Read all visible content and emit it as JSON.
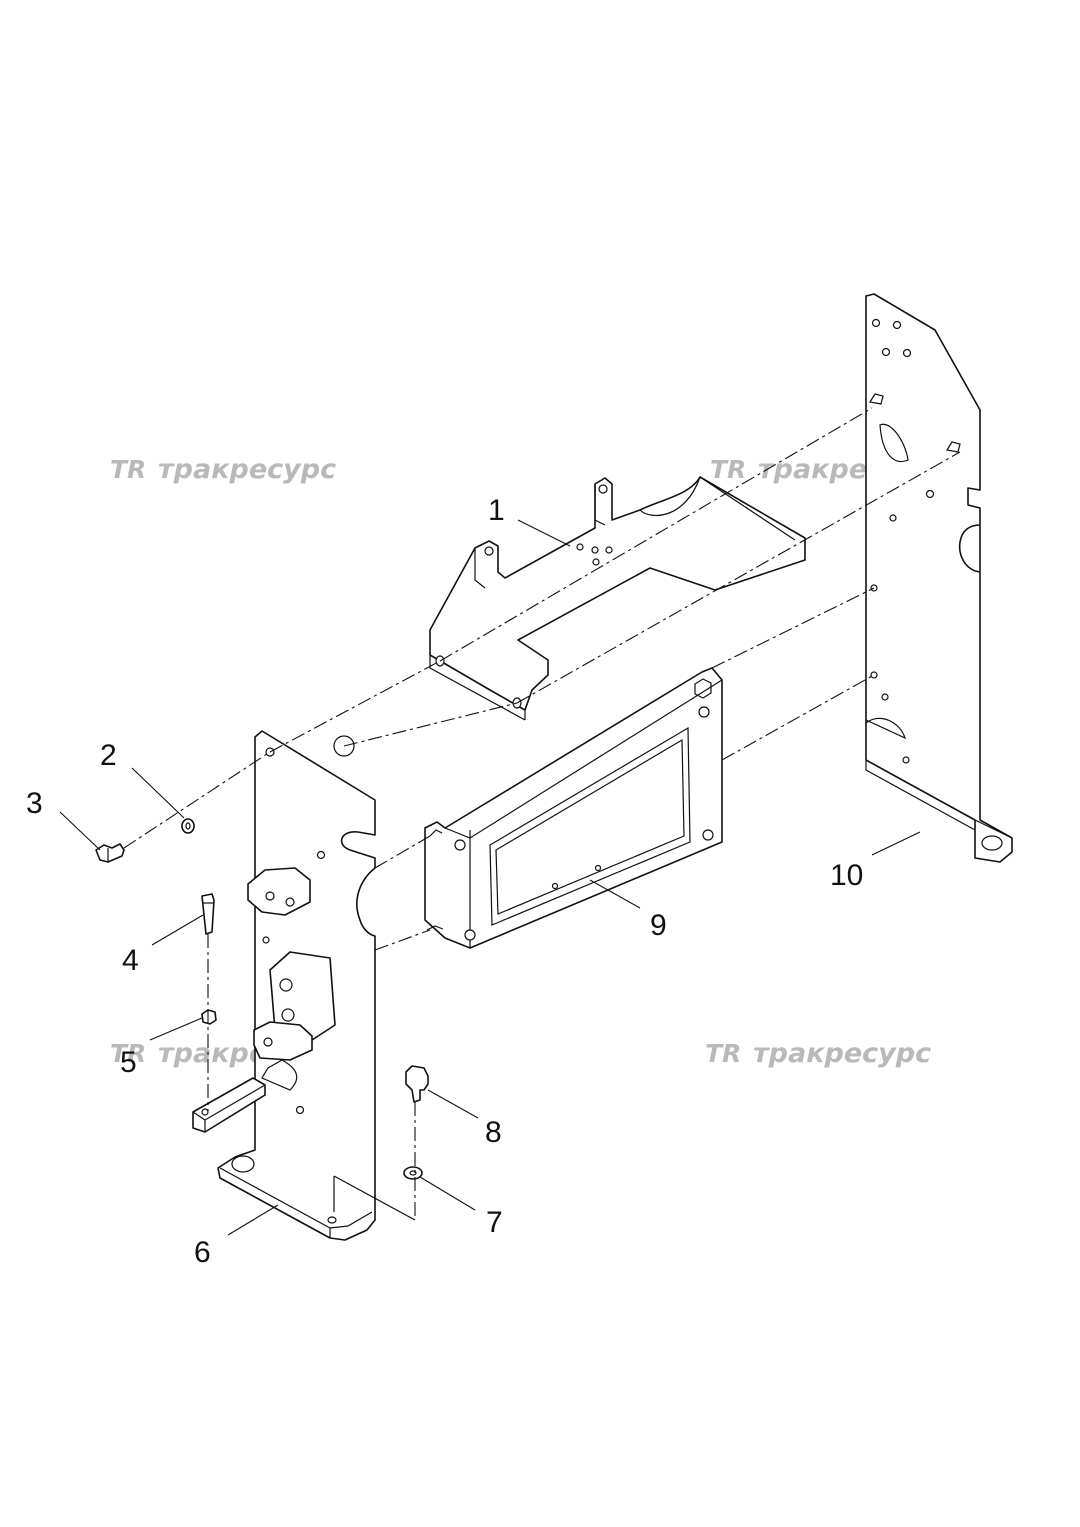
{
  "watermarks": [
    {
      "logo": "TR",
      "text": "тракресурс"
    },
    {
      "logo": "TR",
      "text": "тракресурс"
    },
    {
      "logo": "TR",
      "text": "тракресурс"
    },
    {
      "logo": "TR",
      "text": "тракресурс"
    }
  ],
  "callouts": [
    "1",
    "2",
    "3",
    "4",
    "5",
    "6",
    "7",
    "8",
    "9",
    "10"
  ]
}
